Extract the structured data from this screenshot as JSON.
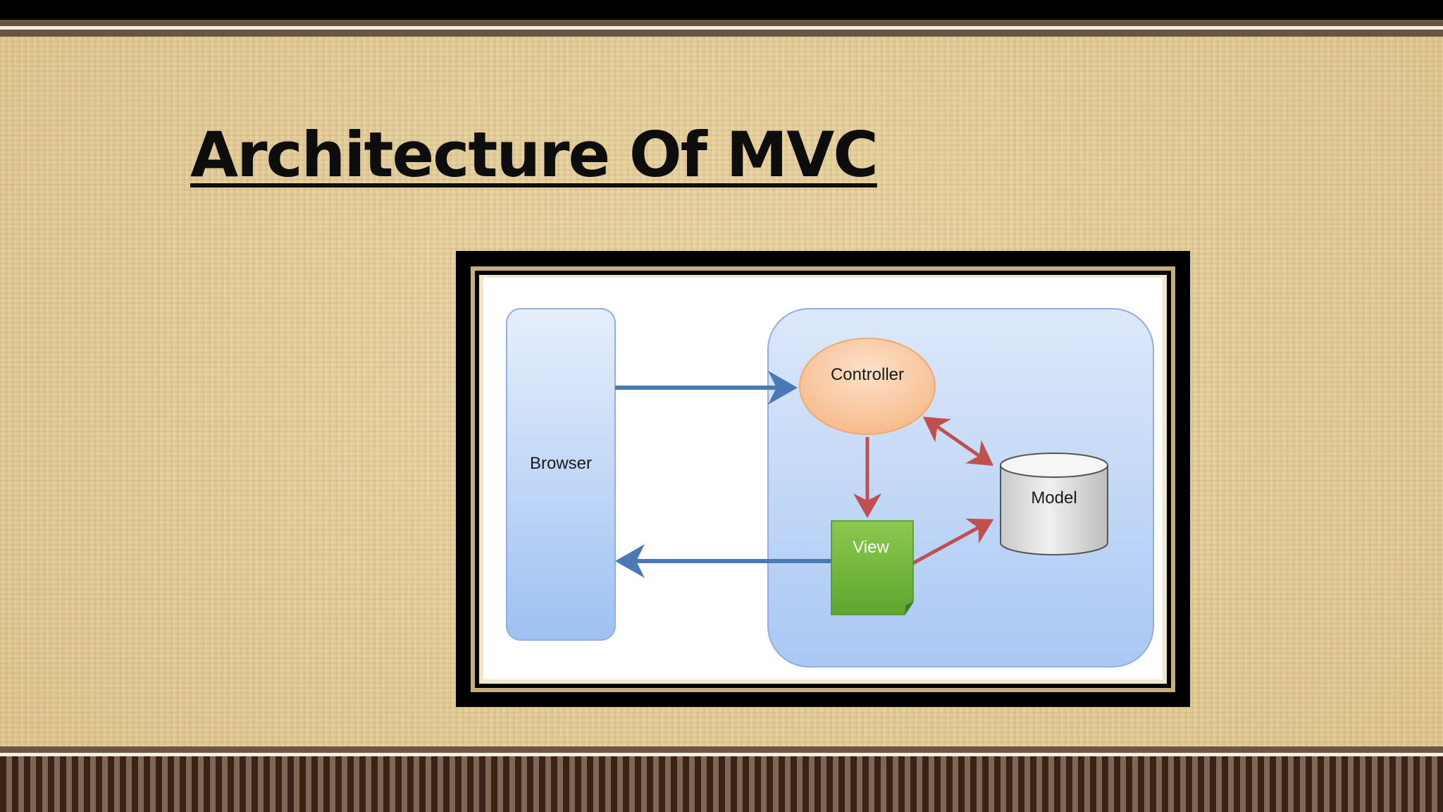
{
  "slide": {
    "title": "Architecture Of MVC"
  },
  "diagram": {
    "nodes": {
      "browser": "Browser",
      "controller": "Controller",
      "model": "Model",
      "view": "View"
    },
    "edges": [
      {
        "from": "Browser",
        "to": "Controller",
        "color": "#4a7ab5"
      },
      {
        "from": "Controller",
        "to": "View",
        "color": "#c0504d"
      },
      {
        "from": "Controller",
        "to": "Model",
        "color": "#c0504d",
        "bidirectional": true
      },
      {
        "from": "View",
        "to": "Model",
        "color": "#c0504d"
      },
      {
        "from": "View",
        "to": "Browser",
        "color": "#4a7ab5"
      }
    ]
  },
  "colors": {
    "background": "#e2cc98",
    "frame": "#000000",
    "panel_blue": "#c9dcf7",
    "controller_fill": "#f9c9a0",
    "view_fill": "#6cb33f",
    "model_fill": "#d9d9d9",
    "blue_arrow": "#4a7ab5",
    "red_arrow": "#c0504d"
  }
}
